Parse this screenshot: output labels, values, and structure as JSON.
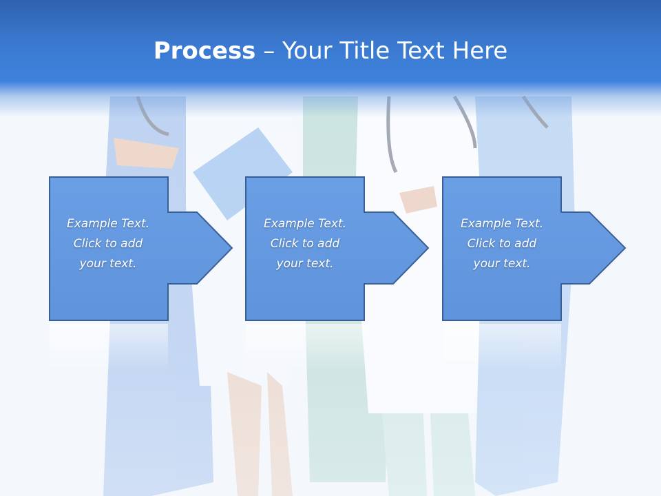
{
  "slide": {
    "title_bold": "Process",
    "title_rest": " – Your Title Text Here"
  },
  "steps": [
    {
      "line1": "Example Text.",
      "line2": "Click  to add",
      "line3": "your text."
    },
    {
      "line1": "Example Text.",
      "line2": "Click  to add",
      "line3": "your text."
    },
    {
      "line1": "Example Text.",
      "line2": "Click  to add",
      "line3": "your text."
    }
  ],
  "colors": {
    "title_band": "#3a78cf",
    "box_fill": "#6a9ee4",
    "box_stroke": "#3a5f95",
    "background": "#f4f8fd"
  }
}
